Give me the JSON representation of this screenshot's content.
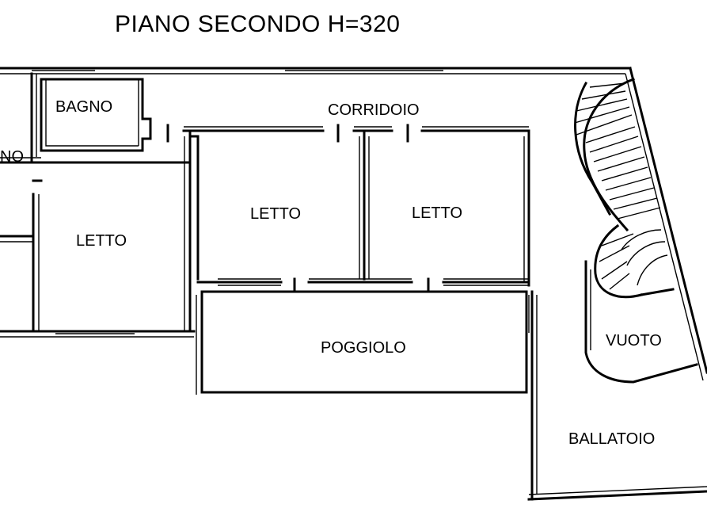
{
  "title": "PIANO SECONDO H=320",
  "rooms": {
    "bagno": "BAGNO",
    "corridoio": "CORRIDOIO",
    "partial_left": "NO",
    "letto_left": "LETTO",
    "letto_center": "LETTO",
    "letto_right": "LETTO",
    "poggiolo": "POGGIOLO",
    "vuoto": "VUOTO",
    "ballatoio": "BALLATOIO"
  }
}
